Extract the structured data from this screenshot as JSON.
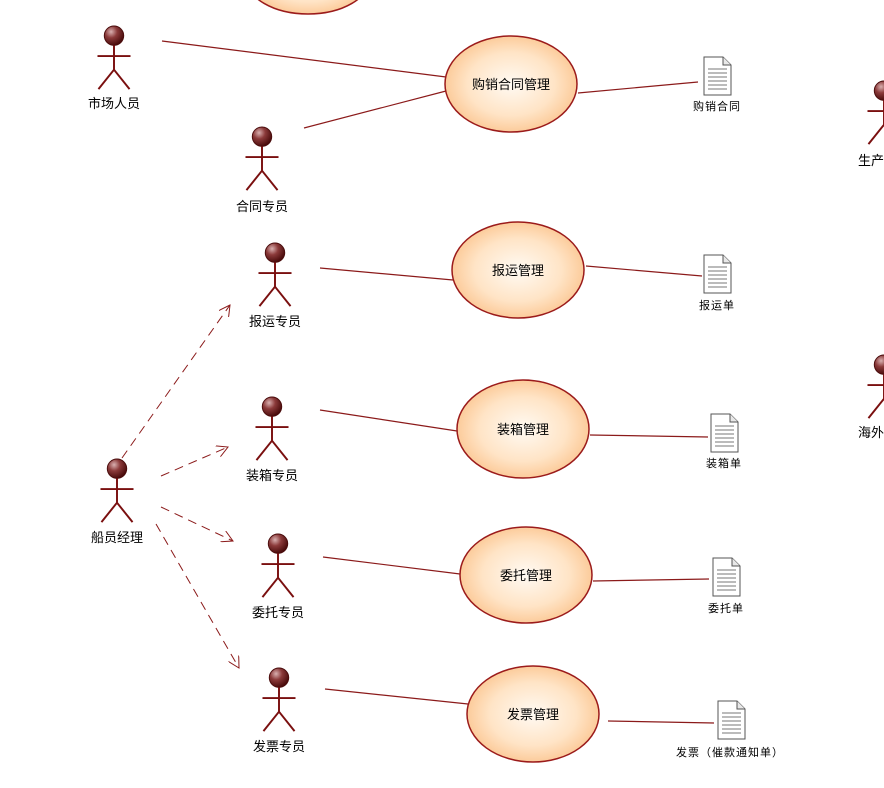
{
  "colors": {
    "actor": "#7a0f0f",
    "line": "#8b1a1a",
    "usecase_fill_outer": "#fcd3a4",
    "usecase_fill_inner": "#fff2e3",
    "usecase_stroke": "#9b1b1b"
  },
  "actors": {
    "market": "市场人员",
    "contract": "合同专员",
    "shipping": "报运专员",
    "packing": "装箱专员",
    "entrust": "委托专员",
    "invoice": "发票专员",
    "manager": "船员经理",
    "production": "生产",
    "overseas": "海外"
  },
  "usecases": {
    "purchase": "购销合同管理",
    "shipping": "报运管理",
    "packing": "装箱管理",
    "entrust": "委托管理",
    "invoice": "发票管理"
  },
  "documents": {
    "purchase": "购销合同",
    "shipping": "报运单",
    "packing": "装箱单",
    "entrust": "委托单",
    "invoice": "发票（催款通知单）"
  }
}
